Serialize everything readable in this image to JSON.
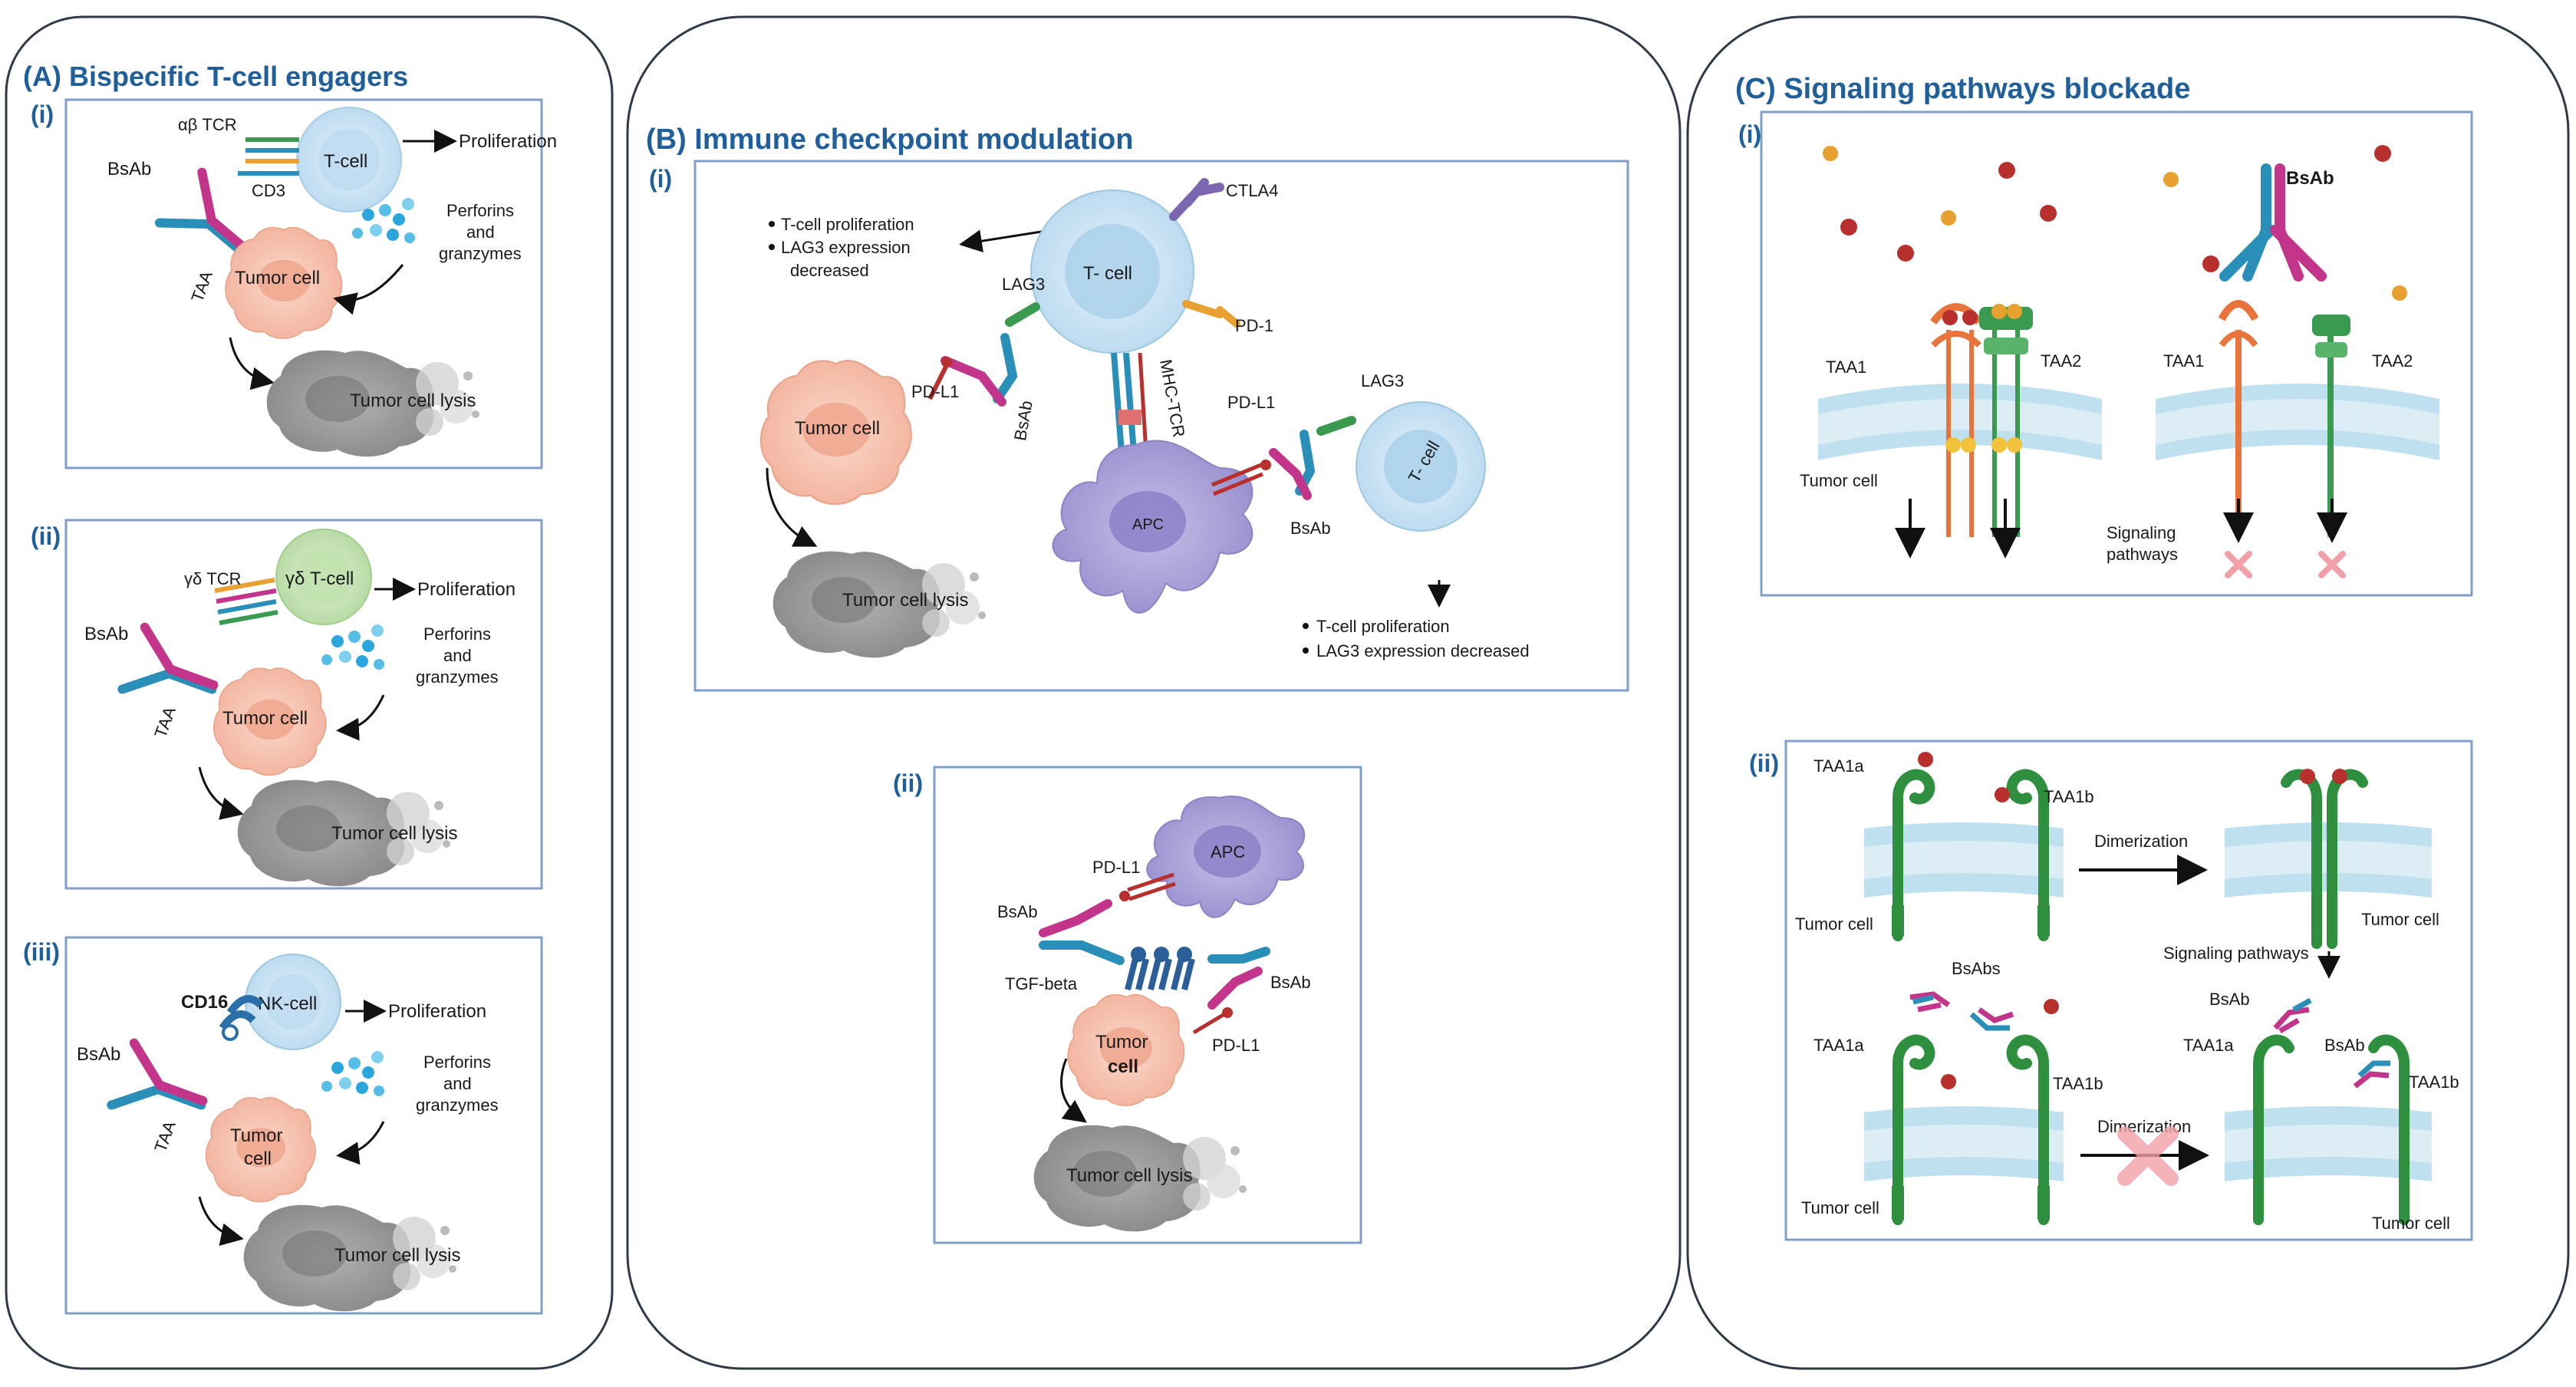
{
  "colors": {
    "panel_border": "#2e3a48",
    "frame_border": "#7f9fc8",
    "title": "#1f5f9c",
    "tumor_cell": "#f7c9b8",
    "tumor_nucleus": "#efa78e",
    "lysis_cell": "#9a9a9a",
    "t_cell": "#cfe5f4",
    "t_cell_nucleus": "#9cc9e9",
    "gd_t_cell": "#c8e4b8",
    "nk_cell": "#cde7f2",
    "apc": "#a9a2d6",
    "apc_nucleus": "#7d74c2",
    "antibody_blue": "#2a8fb8",
    "antibody_magenta": "#c2358a",
    "receptor_orange": "#e8743b",
    "receptor_green": "#3a9a4f",
    "ligand_red": "#b7302e",
    "ligand_orange": "#e8a030",
    "membrane": "#a9d3e8",
    "block_x": "#f2a0a8"
  },
  "panel_a": {
    "title": "(A)  Bispecific T-cell engagers",
    "i": {
      "label": "(i)",
      "tcr": "αβ TCR",
      "cd3": "CD3",
      "bsab": "BsAb",
      "t_cell": "T-cell",
      "proliferation": "Proliferation",
      "perforins": [
        "Perforins",
        "and",
        "granzymes"
      ],
      "taa": "TAA",
      "tumor_cell": "Tumor cell",
      "lysis": "Tumor cell lysis"
    },
    "ii": {
      "label": "(ii)",
      "tcr": "γδ TCR",
      "bsab": "BsAb",
      "t_cell": "γδ T-cell",
      "proliferation": "Proliferation",
      "perforins": [
        "Perforins",
        "and",
        "granzymes"
      ],
      "taa": "TAA",
      "tumor_cell": "Tumor cell",
      "lysis": "Tumor cell lysis"
    },
    "iii": {
      "label": "(iii)",
      "cd16": "CD16",
      "bsab": "BsAb",
      "nk_cell": "NK-cell",
      "proliferation": "Proliferation",
      "perforins": [
        "Perforins",
        "and",
        "granzymes"
      ],
      "taa": "TAA",
      "tumor_cell": [
        "Tumor",
        "cell"
      ],
      "lysis": "Tumor cell lysis"
    }
  },
  "panel_b": {
    "title": "(B)  Immune checkpoint modulation",
    "i": {
      "label": "(i)",
      "outcome_top": [
        "T-cell proliferation",
        "LAG3 expression",
        "decreased"
      ],
      "t_cell_main": "T- cell",
      "ctla4": "CTLA4",
      "lag3_left": "LAG3",
      "pd1": "PD-1",
      "pd_l1_left": "PD-L1",
      "bsab_left": "BsAb",
      "mhc_tcr": "MHC-TCR",
      "tumor_cell": "Tumor cell",
      "lysis": "Tumor cell lysis",
      "apc": "APC",
      "pd_l1_right": "PD-L1",
      "lag3_right": "LAG3",
      "bsab_right": "BsAb",
      "t_cell_right": "T- cell",
      "outcome_bottom": [
        "T-cell proliferation",
        "LAG3 expression decreased"
      ]
    },
    "ii": {
      "label": "(ii)",
      "pd_l1_top": "PD-L1",
      "apc": "APC",
      "bsab_left": "BsAb",
      "tgf_beta": "TGF-beta",
      "bsab_right": "BsAb",
      "pd_l1_bottom": "PD-L1",
      "tumor_cell": [
        "Tumor",
        "cell"
      ],
      "lysis": "Tumor cell lysis"
    }
  },
  "panel_c": {
    "title": "(C)  Signaling pathways blockade",
    "i": {
      "label": "(i)",
      "bsab": "BsAb",
      "taa1_left": "TAA1",
      "taa2_left": "TAA2",
      "taa1_right": "TAA1",
      "taa2_right": "TAA2",
      "tumor_cell": "Tumor cell",
      "signaling": [
        "Signaling",
        "pathways"
      ]
    },
    "ii": {
      "label": "(ii)",
      "taa1a_top": "TAA1a",
      "taa1b_top": "TAA1b",
      "dimerization_top": "Dimerization",
      "tumor_cell_top_left": "Tumor cell",
      "tumor_cell_top_right": "Tumor cell",
      "signaling": "Signaling pathways",
      "bsabs": "BsAbs",
      "bsab_right1": "BsAb",
      "bsab_right2": "BsAb",
      "taa1a_bottom": "TAA1a",
      "taa1b_bottom": "TAA1b",
      "taa1a_bottom_right": "TAA1a",
      "taa1b_bottom_right": "TAA1b",
      "dimerization_bottom": "Dimerization",
      "tumor_cell_bottom_left": "Tumor cell",
      "tumor_cell_bottom_right": "Tumor cell"
    }
  }
}
